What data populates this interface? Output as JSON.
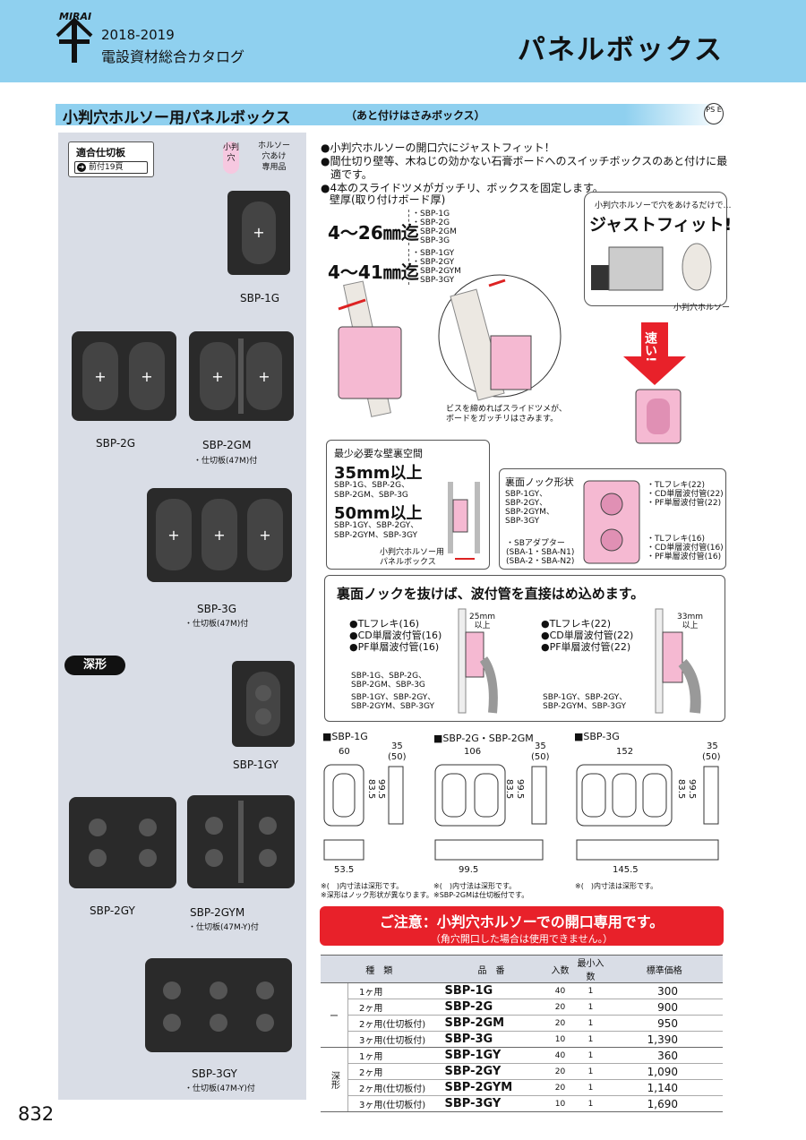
{
  "header": {
    "logo_text": "MIRAI",
    "catalog_year": "2018-2019",
    "catalog_name": "電設資材総合カタログ",
    "page_title": "パネルボックス"
  },
  "section": {
    "title": "小判穴ホルソー用パネルボックス",
    "subtitle": "（あと付けはさみボックス）",
    "pse": "PS E"
  },
  "left": {
    "tekigo_label": "適合仕切板",
    "tekigo_link": "前付19頁",
    "hole_badge": "小判穴",
    "hole_desc": [
      "ホルソー",
      "穴あけ",
      "専用品"
    ],
    "fukagata": "深形",
    "products": [
      {
        "label": "SBP-1G",
        "note": ""
      },
      {
        "label": "SBP-2G",
        "note": ""
      },
      {
        "label": "SBP-2GM",
        "note": "・仕切板(47M)付"
      },
      {
        "label": "SBP-3G",
        "note": "・仕切板(47M)付"
      },
      {
        "label": "SBP-1GY",
        "note": ""
      },
      {
        "label": "SBP-2GY",
        "note": ""
      },
      {
        "label": "SBP-2GYM",
        "note": "・仕切板(47M-Y)付"
      },
      {
        "label": "SBP-3GY",
        "note": "・仕切板(47M-Y)付"
      }
    ]
  },
  "bullets": [
    "●小判穴ホルソーの開口穴にジャストフィット！",
    "●間仕切り壁等、木ねじの効かない石膏ボードへのスイッチボックスのあと付けに最適です。",
    "●4本のスライドツメがガッチリ、ボックスを固定します。"
  ],
  "wall": {
    "title": "壁厚(取り付けボード厚)",
    "range1": "4～26㎜迄",
    "models1": [
      "・SBP-1G",
      "・SBP-2G",
      "・SBP-2GM",
      "・SBP-3G"
    ],
    "range2": "4～41㎜迄",
    "models2": [
      "・SBP-1GY",
      "・SBP-2GY",
      "・SBP-2GYM",
      "・SBP-3GY"
    ],
    "caption": [
      "ビスを締めればスライドツメが、",
      "ボードをガッチリはさみます。"
    ]
  },
  "justfit": {
    "intro": "小判穴ホルソーで穴をあけるだけで…",
    "title": "ジャストフィット!",
    "holsaw": "小判穴ホルソー",
    "fast": "速い!"
  },
  "space": {
    "title": "最少必要な壁裏空間",
    "v1": "35mm以上",
    "m1": [
      "SBP-1G、SBP-2G、",
      "SBP-2GM、SBP-3G"
    ],
    "v2": "50mm以上",
    "m2": [
      "SBP-1GY、SBP-2GY、",
      "SBP-2GYM、SBP-3GY"
    ],
    "caption": [
      "小判穴ホルソー用",
      "パネルボックス"
    ]
  },
  "knock": {
    "title": "裏面ノック形状",
    "models": [
      "SBP-1GY、",
      "SBP-2GY、",
      "SBP-2GYM、",
      "SBP-3GY"
    ],
    "upper": [
      "・TLフレキ(22)",
      "・CD単層波付管(22)",
      "・PF単層波付管(22)"
    ],
    "lower": [
      "・TLフレキ(16)",
      "・CD単層波付管(16)",
      "・PF単層波付管(16)"
    ],
    "adapter": [
      "・SBアダプター",
      "(SBA-1・SBA-N1)",
      "(SBA-2・SBA-N2)"
    ]
  },
  "pipe": {
    "title": "裏面ノックを抜けば、波付管を直接はめ込めます。",
    "left_list": [
      "●TLフレキ(16)",
      "●CD単層波付管(16)",
      "●PF単層波付管(16)"
    ],
    "left_models": [
      "SBP-1G、SBP-2G、",
      "SBP-2GM、SBP-3G",
      "SBP-1GY、SBP-2GY、",
      "SBP-2GYM、SBP-3GY"
    ],
    "left_dim": [
      "25mm",
      "以上"
    ],
    "right_list": [
      "●TLフレキ(22)",
      "●CD単層波付管(22)",
      "●PF単層波付管(22)"
    ],
    "right_models": [
      "SBP-1GY、SBP-2GY、",
      "SBP-2GYM、SBP-3GY"
    ],
    "right_dim": [
      "33mm",
      "以上"
    ]
  },
  "drawings": [
    {
      "title": "■SBP-1G",
      "w": "60",
      "d": "35",
      "dd": "(50)",
      "h1": "83.5",
      "h2": "99.5",
      "bw": "53.5",
      "notes": [
        "※(　)内寸法は深形です。",
        "※深形はノック形状が異なります。"
      ]
    },
    {
      "title": "■SBP-2G・SBP-2GM",
      "w": "106",
      "d": "35",
      "dd": "(50)",
      "h1": "83.5",
      "h2": "99.5",
      "bw": "99.5",
      "notes": [
        "※(　)内寸法は深形です。",
        "※SBP-2GMは仕切板付です。"
      ]
    },
    {
      "title": "■SBP-3G",
      "w": "152",
      "d": "35",
      "dd": "(50)",
      "h1": "83.5",
      "h2": "99.5",
      "bw": "145.5",
      "notes": [
        "※(　)内寸法は深形です。"
      ]
    }
  ],
  "notice": {
    "main": "ご注意：小判穴ホルソーでの開口専用です。",
    "sub": "（角穴開口した場合は使用できません。）"
  },
  "table": {
    "headers": [
      "種　類",
      "品　番",
      "入数",
      "最小入数",
      "標準価格"
    ],
    "groups": [
      {
        "cat": "ー",
        "rows": [
          {
            "name": "1ヶ用",
            "code": "SBP-1G",
            "qty": "40",
            "min": "1",
            "price": "300"
          },
          {
            "name": "2ヶ用",
            "code": "SBP-2G",
            "qty": "20",
            "min": "1",
            "price": "900"
          },
          {
            "name": "2ヶ用(仕切板付)",
            "code": "SBP-2GM",
            "qty": "20",
            "min": "1",
            "price": "950"
          },
          {
            "name": "3ヶ用(仕切板付)",
            "code": "SBP-3G",
            "qty": "10",
            "min": "1",
            "price": "1,390"
          }
        ]
      },
      {
        "cat": "深形",
        "rows": [
          {
            "name": "1ヶ用",
            "code": "SBP-1GY",
            "qty": "40",
            "min": "1",
            "price": "360"
          },
          {
            "name": "2ヶ用",
            "code": "SBP-2GY",
            "qty": "20",
            "min": "1",
            "price": "1,090"
          },
          {
            "name": "2ヶ用(仕切板付)",
            "code": "SBP-2GYM",
            "qty": "20",
            "min": "1",
            "price": "1,140"
          },
          {
            "name": "3ヶ用(仕切板付)",
            "code": "SBP-3GY",
            "qty": "10",
            "min": "1",
            "price": "1,690"
          }
        ]
      }
    ]
  },
  "page_number": "832"
}
